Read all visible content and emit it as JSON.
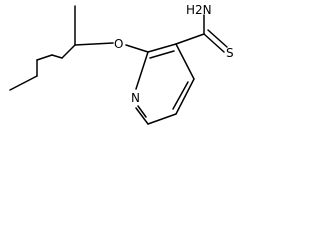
{
  "structure": {
    "atoms": {
      "amine": "H2N",
      "ether_oxygen": "O",
      "thio_sulfur": "S",
      "ring_nitrogen": "N"
    }
  }
}
